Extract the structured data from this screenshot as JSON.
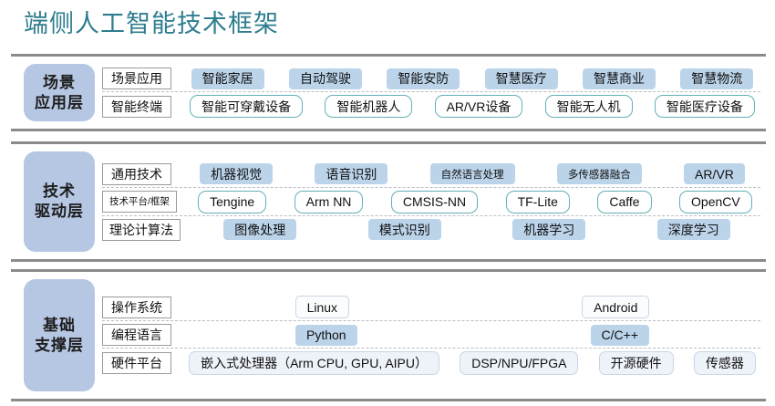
{
  "title": "端侧人工智能技术框架",
  "colors": {
    "title": "#2e7d8e",
    "layer_badge": "#b6c7e4",
    "chip_blue": "#bcd4ea",
    "chip_teal_border": "#63b0b8",
    "chip_faint": "#eef3fa",
    "rule": "#8b8b8b"
  },
  "layers": [
    {
      "badge": "场景\n应用层",
      "rows": [
        {
          "label": "场景应用",
          "label_style": "normal",
          "items": [
            {
              "text": "智能家居",
              "style": "blue"
            },
            {
              "text": "自动驾驶",
              "style": "blue"
            },
            {
              "text": "智能安防",
              "style": "blue"
            },
            {
              "text": "智慧医疗",
              "style": "blue"
            },
            {
              "text": "智慧商业",
              "style": "blue"
            },
            {
              "text": "智慧物流",
              "style": "blue"
            }
          ]
        },
        {
          "label": "智能终端",
          "label_style": "normal",
          "items": [
            {
              "text": "智能可穿戴设备",
              "style": "teal"
            },
            {
              "text": "智能机器人",
              "style": "teal"
            },
            {
              "text": "AR/VR设备",
              "style": "teal"
            },
            {
              "text": "智能无人机",
              "style": "teal"
            },
            {
              "text": "智能医疗设备",
              "style": "teal"
            }
          ]
        }
      ]
    },
    {
      "badge": "技术\n驱动层",
      "rows": [
        {
          "label": "通用技术",
          "label_style": "normal",
          "items": [
            {
              "text": "机器视觉",
              "style": "blue"
            },
            {
              "text": "语音识别",
              "style": "blue"
            },
            {
              "text": "自然语言处理",
              "style": "blue",
              "small": true
            },
            {
              "text": "多传感器融合",
              "style": "blue",
              "small": true
            },
            {
              "text": "AR/VR",
              "style": "blue"
            }
          ]
        },
        {
          "label": "技术平台/框架",
          "label_style": "small",
          "items": [
            {
              "text": "Tengine",
              "style": "teal"
            },
            {
              "text": "Arm NN",
              "style": "teal"
            },
            {
              "text": "CMSIS-NN",
              "style": "teal"
            },
            {
              "text": "TF-Lite",
              "style": "teal"
            },
            {
              "text": "Caffe",
              "style": "teal"
            },
            {
              "text": "OpenCV",
              "style": "teal"
            }
          ]
        },
        {
          "label": "理论计算法",
          "label_style": "normal",
          "items": [
            {
              "text": "图像处理",
              "style": "blue"
            },
            {
              "text": "模式识别",
              "style": "blue"
            },
            {
              "text": "机器学习",
              "style": "blue"
            },
            {
              "text": "深度学习",
              "style": "blue"
            }
          ]
        }
      ]
    },
    {
      "badge": "基础\n支撑层",
      "rows": [
        {
          "label": "操作系统",
          "label_style": "normal",
          "items": [
            {
              "text": "Linux",
              "style": "plain"
            },
            {
              "text": "Android",
              "style": "plain"
            }
          ]
        },
        {
          "label": "编程语言",
          "label_style": "normal",
          "items": [
            {
              "text": "Python",
              "style": "blue"
            },
            {
              "text": "C/C++",
              "style": "blue"
            }
          ]
        },
        {
          "label": "硬件平台",
          "label_style": "normal",
          "items": [
            {
              "text": "嵌入式处理器（Arm CPU, GPU, AIPU）",
              "style": "faint"
            },
            {
              "text": "DSP/NPU/FPGA",
              "style": "faint"
            },
            {
              "text": "开源硬件",
              "style": "faint"
            },
            {
              "text": "传感器",
              "style": "faint"
            }
          ]
        }
      ]
    }
  ]
}
